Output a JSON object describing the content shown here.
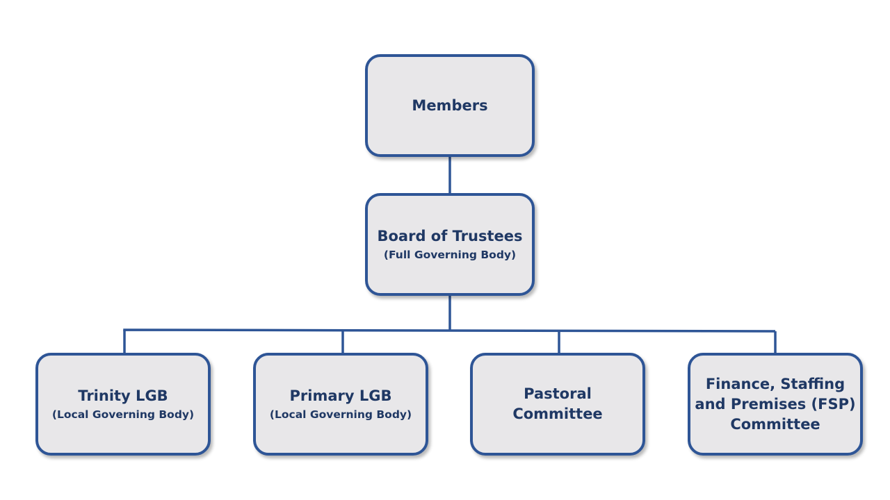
{
  "org_chart": {
    "members": {
      "title": "Members"
    },
    "board": {
      "title": "Board of Trustees",
      "subtitle": "(Full Governing Body)"
    },
    "trinity": {
      "title": "Trinity LGB",
      "subtitle": "(Local Governing Body)"
    },
    "primary": {
      "title": "Primary LGB",
      "subtitle": "(Local Governing Body)"
    },
    "pastoral": {
      "title_line1": "Pastoral",
      "title_line2": "Committee"
    },
    "fsp": {
      "title_line1": "Finance, Staffing",
      "title_line2": "and Premises (FSP)",
      "title_line3": "Committee"
    }
  },
  "colors": {
    "box_fill": "#e8e7e9",
    "box_border": "#2e5596",
    "text": "#1f3864",
    "connector": "#2e5596"
  }
}
